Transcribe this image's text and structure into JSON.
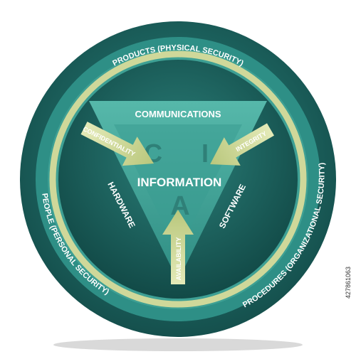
{
  "diagram": {
    "outer_ring": {
      "top_label": "PRODUCTS (PHYSICAL SECURITY)",
      "left_label": "PEOPLE (PERSONAL SECURITY)",
      "right_label": "PROCEDURES (ORGANIZATIONAL SECURITY)"
    },
    "triangle": {
      "top_label": "COMMUNICATIONS",
      "left_label": "HARDWARE",
      "right_label": "SOFTWARE",
      "center_label": "INFORMATION",
      "letters": {
        "c": "C",
        "i": "I",
        "a": "A"
      }
    },
    "arrows": {
      "confidentiality": "CONFIDENTIALITY",
      "integrity": "INTEGRITY",
      "availability": "AVAILABILITY"
    }
  },
  "stock_id": "427861063",
  "colors": {
    "outer_dark": "#1f6f6a",
    "mid_ring": "#2f8a82",
    "cream_ring": "#cfd89a",
    "inner_bg": "#1a5e5a",
    "triangle": "#3fa79a",
    "arrow": "#d3dc9e"
  }
}
